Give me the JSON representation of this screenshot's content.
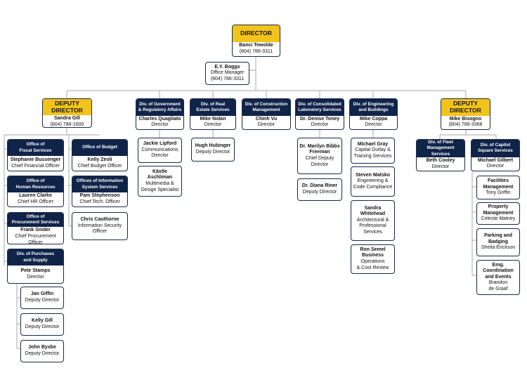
{
  "director": {
    "header": "DIRECTOR",
    "name": "Banci Tewolde",
    "phone": "(804) 786-3311"
  },
  "office_manager": {
    "name": "E.Y. Boggs",
    "title": "Office Manager",
    "phone": "(804) 786-3311"
  },
  "deputy_left": {
    "header": "DEPUTY\nDIRECTOR",
    "name": "Sandra Gill",
    "phone": "(804) 786-1600"
  },
  "deputy_right": {
    "header": "DEPUTY\nDIRECTOR",
    "name": "Mike Bisogno",
    "phone": "(804) 786-3368"
  },
  "fiscal": {
    "header": "Office of\nFiscal Services",
    "name": "Stephanie Bussenger",
    "title": "Chief Financial Officer"
  },
  "budget": {
    "header": "Office of Budget",
    "name": "Kelly Zeoli",
    "title": "Chief Budget Officer"
  },
  "hr": {
    "header": "Office of\nHuman Resources",
    "name": "Lauren Clarke",
    "title": "Chief HR Officer"
  },
  "info_systems": {
    "header": "Offices of Information\nSystem Services",
    "name": "Pam Stephenson",
    "title": "Chief Tech. Officer"
  },
  "procurement": {
    "header": "Office of\nProcurement Services",
    "name": "Frank Snider",
    "title": "Chief Procurement\nOfficer"
  },
  "infosec": {
    "name": "Chris Cauthorne",
    "title": "Information Security\nOfficer"
  },
  "purchases": {
    "header": "Div. of Purchases\nand Supply",
    "name": "Pete Stamps",
    "title": "Director"
  },
  "purch_dep1": {
    "name": "Jan Giffin",
    "title": "Deputy Director"
  },
  "purch_dep2": {
    "name": "Kelly Gill",
    "title": "Deputy Director"
  },
  "purch_dep3": {
    "name": "John Byxbe",
    "title": "Deputy Director"
  },
  "gov_reg": {
    "header": "Div. of Government\n& Regulatory Affairs",
    "name": "Charles Quagliato",
    "title": "Director"
  },
  "gov_sub1": {
    "name": "Jackie Lipford",
    "title": "Communications\nDirector"
  },
  "gov_sub2": {
    "name": "Kästle\nAschliman",
    "title": "Multimedia &\nDesign Specialist"
  },
  "real_estate": {
    "header": "Div. of Real\nEstate Services",
    "name": "Mike Nolan",
    "title": "Director"
  },
  "re_sub1": {
    "name": "Hugh Hubinger",
    "title": "Deputy Director"
  },
  "construction": {
    "header": "Div. of Construction\nManagement",
    "name": "Chinh Vu",
    "title": "Director"
  },
  "consolidated": {
    "header": "Div. of Consolidated\nLaboratory Services",
    "name": "Dr. Denise Toney",
    "title": "Director"
  },
  "lab_sub1": {
    "name": "Dr. Marilyn Bibbs\nFreeman",
    "title": "Chief Deputy\nDirector"
  },
  "lab_sub2": {
    "name": "Dr. Diana Riner",
    "title": "Deputy Director"
  },
  "engineering": {
    "header": "Div. of Engineering\nand Buildings",
    "name": "Mike Coppa",
    "title": "Director"
  },
  "eng_sub1": {
    "name": "Michael Gray",
    "title": "Capital Outlay &\nTraining Services"
  },
  "eng_sub2": {
    "name": "Steven Matsko",
    "title": "Engineering &\nCode Compliance"
  },
  "eng_sub3": {
    "name": "Sandra\nWhitehead",
    "title": "Architectural &\nProfessional\nServices"
  },
  "eng_sub4": {
    "name": "Ron Semel\nBusiness",
    "title": "Operations\n& Cost Review"
  },
  "fleet": {
    "header": "Div. of Fleet\nManagement Services",
    "name": "Beth Cooley",
    "title": "Director"
  },
  "capitol": {
    "header": "Div. of Capitol\nSquare Services",
    "name": "Michael Gilbert",
    "title": "Director"
  },
  "cap_sub1": {
    "name": "Facilities\nManagement",
    "title": "Tony Griffin"
  },
  "cap_sub2": {
    "name": "Property\nManagement",
    "title": "Celeste Matney"
  },
  "cap_sub3": {
    "name": "Parking and\nBadging",
    "title": "Sheila Erickson"
  },
  "cap_sub4": {
    "name": "Emg.\nCoordination\nand Events",
    "title": "Brandon\nde Graaf"
  },
  "colors": {
    "navy": "#10244a",
    "gold": "#f2c31b",
    "line": "#b8b8b8"
  }
}
